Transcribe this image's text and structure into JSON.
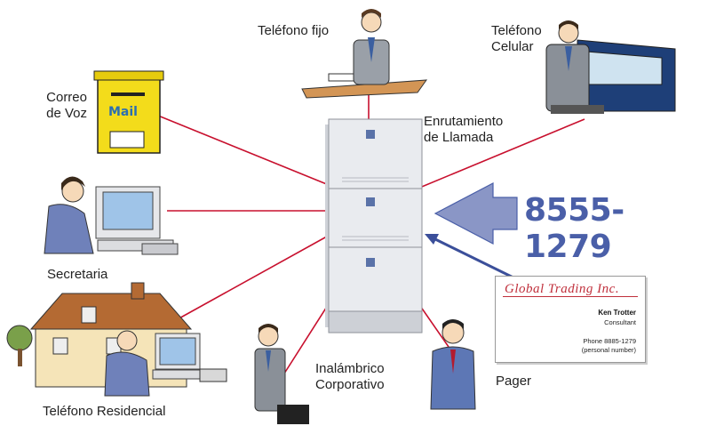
{
  "diagram": {
    "hub_label": [
      "Enrutamiento",
      "de Llamada"
    ],
    "nodes": {
      "fixed_phone": "Teléfono fijo",
      "cell_phone": [
        "Teléfono",
        "Celular"
      ],
      "voicemail": [
        "Correo",
        "de Voz"
      ],
      "secretary": "Secretaria",
      "home_phone": "Teléfono Residencial",
      "corporate_wireless": [
        "Inalámbrico",
        "Corporativo"
      ],
      "pager": "Pager"
    },
    "mailbox_text": "Mail",
    "phone_number": "8555-1279",
    "business_card": {
      "company": "Global Trading Inc.",
      "name": "Ken Trotter",
      "title": "Consultant",
      "phone": "Phone 8885-1279",
      "note": "(personal number)"
    },
    "colors": {
      "link_line": "#c8102e",
      "arrow_fill": "#8a96c6",
      "arrow_stroke": "#4a5fa8",
      "number": "#4a5fa8"
    }
  }
}
